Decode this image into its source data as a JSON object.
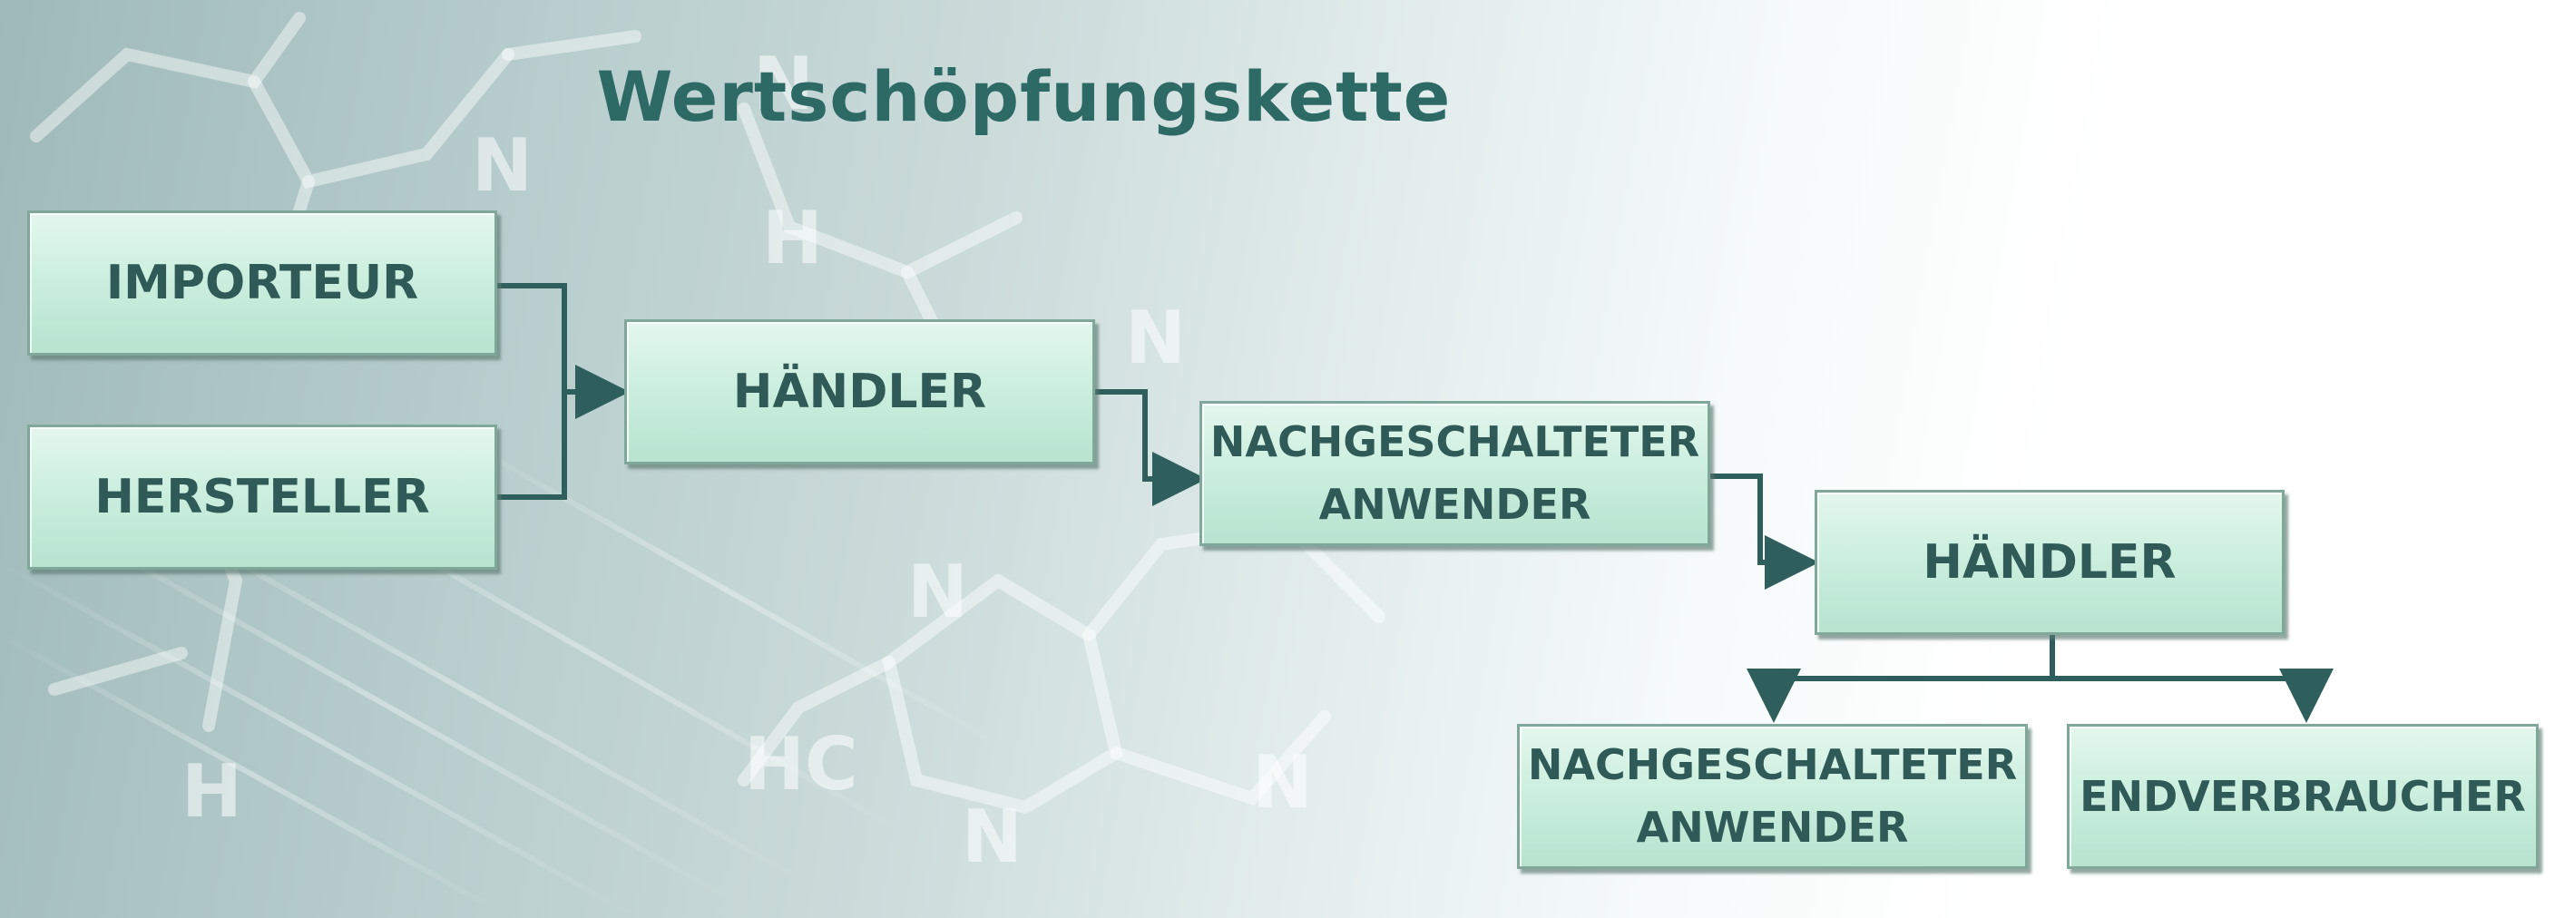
{
  "title": "Wertschöpfungskette",
  "nodes": {
    "importeur": "IMPORTEUR",
    "hersteller": "HERSTELLER",
    "haendler_1": "HÄNDLER",
    "nachgeschalteter_anwender_1": "NACHGESCHALTETER\nANWENDER",
    "haendler_2": "HÄNDLER",
    "nachgeschalteter_anwender_2": "NACHGESCHALTETER\nANWENDER",
    "endverbraucher": "ENDVERBRAUCHER"
  },
  "colors": {
    "title": "#2d6a66",
    "box_fill": "#ccefdf",
    "box_text": "#2f5a57",
    "connector": "#2e5f5c"
  }
}
